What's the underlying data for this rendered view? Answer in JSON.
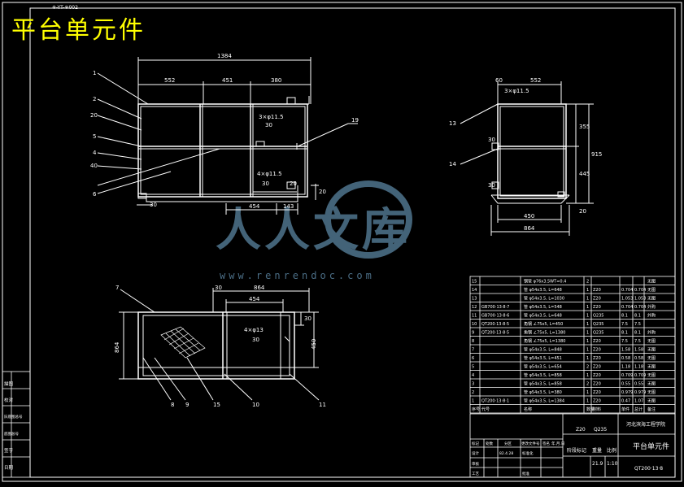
{
  "title": "平台单元件",
  "top_code": "※-YT-※002",
  "watermark": {
    "text": "人人文库",
    "url": "www.renrendoc.com"
  },
  "colors": {
    "bg": "#000000",
    "line": "#ffffff",
    "dim": "#ffffff",
    "title": "#ffff00",
    "watermark": "#4b6e86"
  },
  "view1": {
    "overall": "1384",
    "segments": [
      "552",
      "451",
      "380"
    ],
    "bottom_dims": [
      "30",
      "454",
      "143"
    ],
    "annot1": "3×φ11.5",
    "annot1_sub": "30",
    "annot2": "4×φ11.5",
    "annot2_sub": "30",
    "small_dims": [
      "20",
      "20"
    ],
    "callouts": [
      "1",
      "2",
      "20",
      "5",
      "4",
      "40",
      "6",
      "19"
    ]
  },
  "view2": {
    "top": [
      "60",
      "552"
    ],
    "annot": "3×φ11.5",
    "right_dims": [
      "355",
      "445",
      "915"
    ],
    "small_dims": [
      "30",
      "30",
      "20"
    ],
    "bottom_dims": [
      "450",
      "864"
    ],
    "callouts": [
      "13",
      "14"
    ]
  },
  "view3": {
    "overall": "864",
    "top_dims": [
      "30",
      "454"
    ],
    "height": "864",
    "right_dims": [
      "30",
      "450"
    ],
    "annot": "4×φ13",
    "annot_sub": "30",
    "callouts": [
      "7",
      "8",
      "9",
      "15",
      "10",
      "11"
    ]
  },
  "bom": {
    "rows": [
      [
        "15",
        "",
        "钢管 φ76x3.5WT=0.4",
        "2",
        "",
        "",
        "",
        "无图"
      ],
      [
        "14",
        "",
        "管 φ54x3.5, L=648",
        "1",
        "Z20",
        "0.704",
        "0.704",
        "无图"
      ],
      [
        "13",
        "",
        "管 φ54x3.5, L=1030",
        "1",
        "Z20",
        "1.053",
        "1.053",
        "无图"
      ],
      [
        "12",
        "GB700·13·8·7",
        "管 φ54x3.5, L=548",
        "1",
        "Z20",
        "0.704",
        "0.704",
        "外购"
      ],
      [
        "11",
        "GB700·13·8·6",
        "管 φ54x3.5, L=648",
        "1",
        "Q235",
        "8.1",
        "8.1",
        "外购"
      ],
      [
        "10",
        "QT200·13·8·5",
        "角钢 ∠75x5, L=450",
        "1",
        "Q235",
        "7.5",
        "7.5",
        ""
      ],
      [
        "9",
        "QT200·13·8·5",
        "角钢 ∠75x5, L=1380",
        "1",
        "Q235",
        "8.1",
        "8.1",
        "外购"
      ],
      [
        "8",
        "",
        "角钢 ∠75x5, L=1380",
        "1",
        "Z20",
        "7.5",
        "7.5",
        "无图"
      ],
      [
        "7",
        "",
        "管 φ54x3.5, L=848",
        "1",
        "Z20",
        "1.58",
        "1.58",
        "无图"
      ],
      [
        "6",
        "",
        "管 φ54x3.5, L=451",
        "1",
        "Z20",
        "0.58",
        "0.58",
        "无图"
      ],
      [
        "5",
        "",
        "管 φ54x3.5, L=654",
        "2",
        "Z20",
        "1.18",
        "1.18",
        "无图"
      ],
      [
        "4",
        "",
        "管 φ54x3.5, L=858",
        "1",
        "Z20",
        "0.709",
        "0.709",
        "无图"
      ],
      [
        "3",
        "",
        "管 φ54x3.5, L=858",
        "2",
        "Z20",
        "0.55",
        "0.55",
        "无图"
      ],
      [
        "2",
        "",
        "管 φ54x3.5, L=380",
        "1",
        "Z20",
        "0.979",
        "0.979",
        "无图"
      ],
      [
        "1",
        "QT200·13·8·1",
        "管 φ54x3.5, L=1384",
        "1",
        "Z20",
        "0.47",
        "1.07",
        "无图"
      ]
    ],
    "header": [
      "序号",
      "代号",
      "名称",
      "数量",
      "材料",
      "单件",
      "总计",
      "备注"
    ],
    "weight_label": "重量"
  },
  "titleblock": {
    "project": "河北滨海工程学院",
    "name": "平台单元件",
    "drawing_no": "QT200·13·8",
    "material": "Z20",
    "material2": "Q235",
    "scale_label": "比例",
    "scale": "1:10",
    "weight_label": "重量",
    "weight": "21.9",
    "stage_label": "阶段标记",
    "rows": [
      "标记",
      "处数",
      "分区",
      "更改文件号",
      "签名",
      "年.月.日"
    ],
    "design": "设计",
    "standard": "标准化",
    "review": "审核",
    "process": "工艺",
    "approve": "批准",
    "date": "82.4.28"
  },
  "leftstrip": [
    "描图",
    "校对",
    "旧底图总号",
    "底图总号",
    "签字",
    "日期"
  ]
}
